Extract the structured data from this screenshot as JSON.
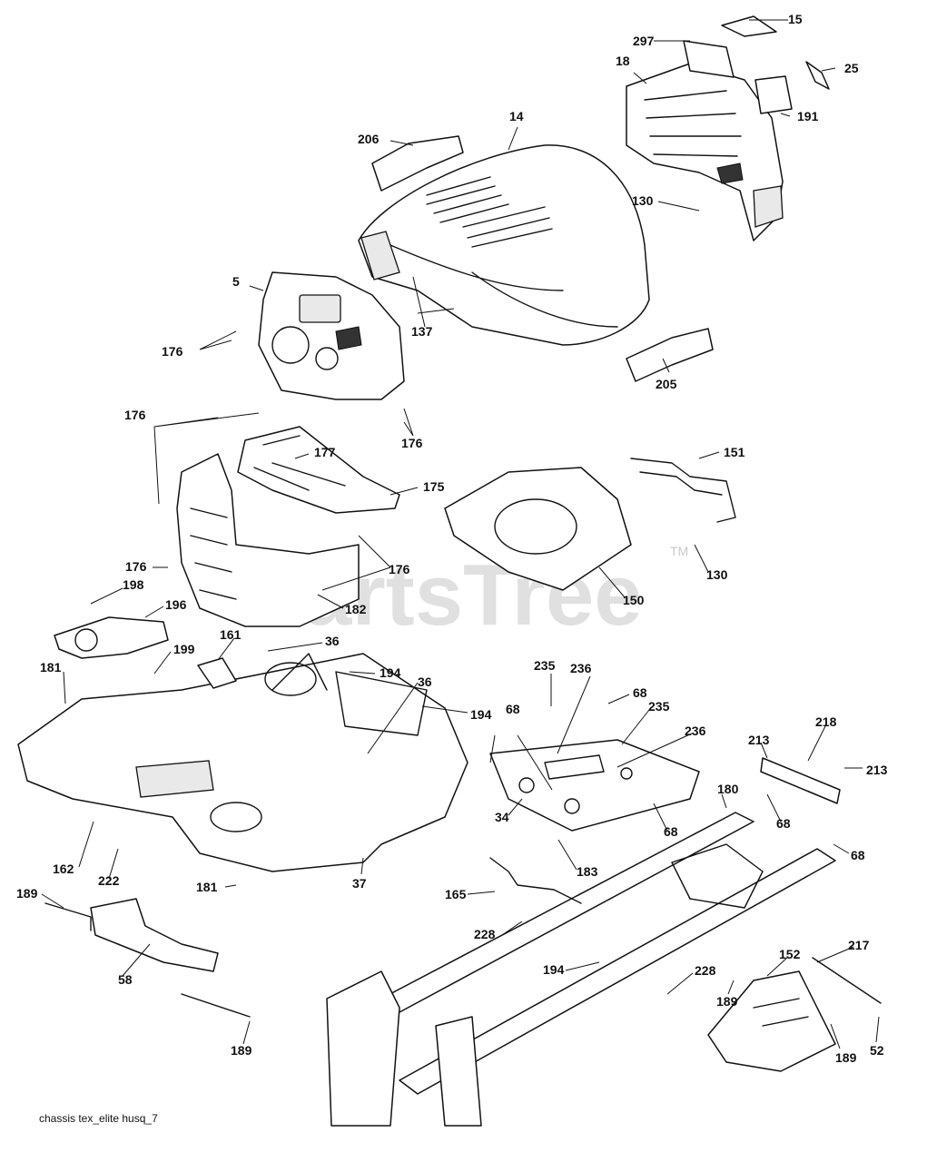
{
  "watermark": {
    "brand": "PartsTree",
    "trademark": "TM"
  },
  "footer": {
    "caption": "chassis tex_elite husq_7"
  },
  "callouts": [
    "15",
    "297",
    "18",
    "25",
    "191",
    "14",
    "206",
    "130",
    "5",
    "176",
    "137",
    "205",
    "176",
    "176",
    "177",
    "175",
    "151",
    "176",
    "176",
    "130",
    "150",
    "182",
    "198",
    "196",
    "161",
    "36",
    "199",
    "181",
    "194",
    "36",
    "194",
    "235",
    "236",
    "68",
    "68",
    "235",
    "236",
    "213",
    "218",
    "213",
    "34",
    "68",
    "180",
    "68",
    "68",
    "162",
    "222",
    "181",
    "37",
    "183",
    "165",
    "189",
    "228",
    "58",
    "194",
    "228",
    "152",
    "217",
    "189",
    "189",
    "189",
    "52"
  ]
}
